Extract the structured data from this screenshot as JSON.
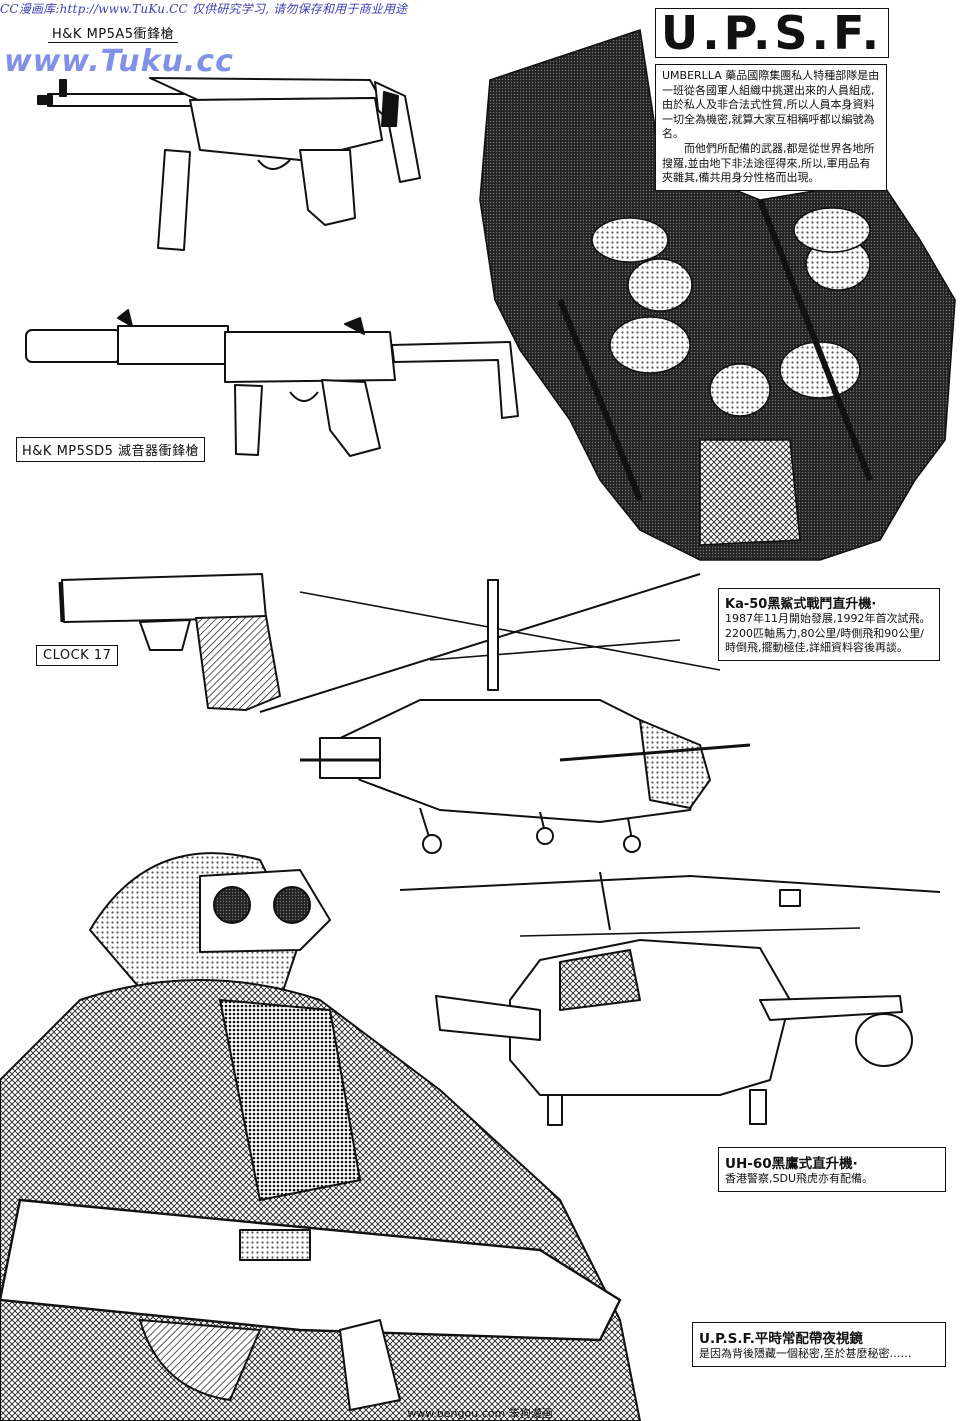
{
  "watermark": {
    "top_line": "CC漫画库:http://www.TuKu.CC 仅供研究学习, 请勿保存和用于商业用途",
    "site_url": "www.Tuku.cc"
  },
  "labels": {
    "mp5a5": "H&K MP5A5衝鋒槍",
    "mp5sd5": "H&K MP5SD5 滅音器衝鋒槍",
    "glock": "CLOCK 17"
  },
  "upsf": {
    "title": "U.P.S.F.",
    "paragraphs": [
      "UMBERLLA 藥品國際集團私人特種部隊是由一班從各國軍人組織中挑選出來的人員組成,由於私人及非合法式性質,所以人員本身資料一切全為機密,就算大家互相稱呼都以編號為名。",
      "而他們所配備的武器,都是從世界各地所搜羅,並由地下非法途徑得來,所以,軍用品有夾雜其,備共用身分性格而出現。"
    ]
  },
  "ka50": {
    "title": "Ka-50黑鯊式戰鬥直升機·",
    "body": "1987年11月開始發展,1992年首次試飛。2200匹軸馬力,80公里/時側飛和90公里/時倒飛,擺動極佳,詳細資料容後再談。"
  },
  "uh60": {
    "title": "UH-60黑鷹式直升機·",
    "body": "香港警察,SDU飛虎亦有配備。"
  },
  "nvg": {
    "title": "U.P.S.F.平時常配帶夜視鏡",
    "body": "是因為背後隱藏一個秘密,至於甚麼秘密……"
  },
  "footer": {
    "text": "www.bengou.com 笨狗漫画"
  }
}
